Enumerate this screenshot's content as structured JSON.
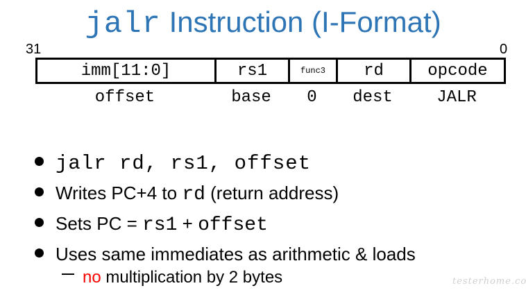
{
  "title": {
    "mono": "jalr",
    "rest": "Instruction (I-Format)"
  },
  "bits": {
    "high": "31",
    "low": "0"
  },
  "fields": {
    "imm": "imm[11:0]",
    "rs1": "rs1",
    "func3": "func3",
    "rd": "rd",
    "opcode": "opcode"
  },
  "descriptions": {
    "imm": "offset",
    "rs1": "base",
    "func3": "0",
    "rd": "dest",
    "opcode": "JALR"
  },
  "bullets": {
    "b1": "jalr rd, rs1, offset",
    "b2_pre": "Writes PC+4 to ",
    "b2_code": "rd",
    "b2_post": " (return address)",
    "b3_pre": "Sets PC = ",
    "b3_code1": "rs1",
    "b3_plus": " + ",
    "b3_code2": "offset",
    "b4": "Uses same immediates as arithmetic & loads"
  },
  "sub_bullet": {
    "no": "no",
    "rest": " multiplication by 2 bytes"
  },
  "watermark": "testerhome.com",
  "colors": {
    "title": "#2e75b6",
    "highlight": "#ff0000"
  }
}
